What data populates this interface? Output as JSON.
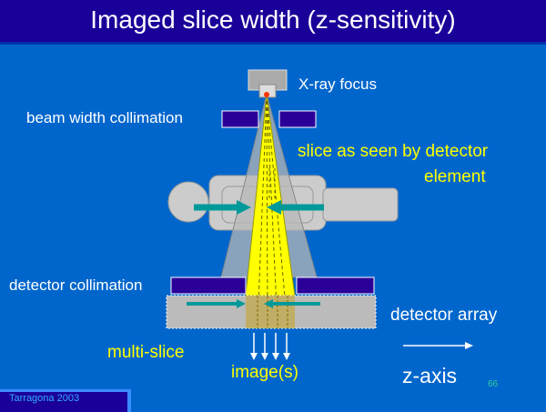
{
  "title": "Imaged slice width (z-sensitivity)",
  "labels": {
    "xray_focus": "X-ray focus",
    "beam_width_collimation": "beam width collimation",
    "slice_seen_line1": "slice as seen by detector",
    "slice_seen_line2": "element",
    "detector_collimation": "detector collimation",
    "detector_array": "detector array",
    "multi_slice": "multi-slice",
    "images": "image(s)",
    "z_axis": "z-axis"
  },
  "footer": {
    "credit": "Tarragona 2003",
    "page_number": "66"
  },
  "colors": {
    "background": "#0066cc",
    "title_bar": "#1a0099",
    "collimator": "#2a0099",
    "beam": "#ffff00",
    "phantom": "#cccccc",
    "arrow": "#009999",
    "detector": "#bbbbbb"
  }
}
